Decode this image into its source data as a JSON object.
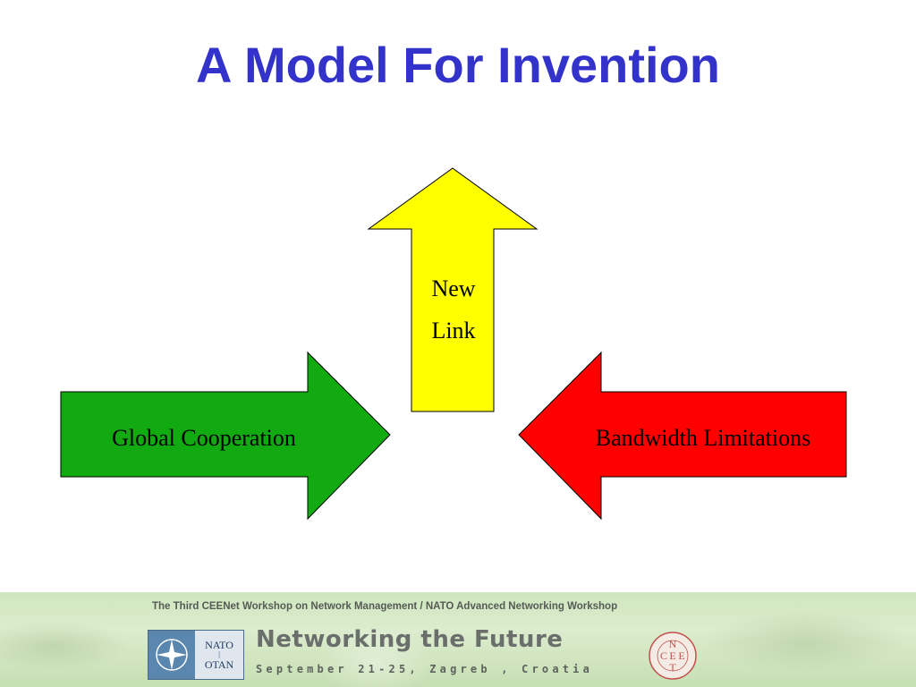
{
  "title": "A Model For Invention",
  "arrows": {
    "up": {
      "label_lines": [
        "New",
        "Link"
      ],
      "color": "#ffff00"
    },
    "right": {
      "label": "Global Cooperation",
      "color": "#11aa11"
    },
    "left": {
      "label": "Bandwidth Limitations",
      "color": "#ff0000"
    }
  },
  "footer": {
    "workshop": "The Third CEENet Workshop on Network Management / NATO Advanced Networking Workshop",
    "networking": "Networking the Future",
    "dates": "September 21-25, Zagreb , Croatia",
    "nato_logo": {
      "line1": "NATO",
      "line2": "OTAN"
    },
    "ceenet_logo": {
      "letters": [
        "N",
        "C",
        "E",
        "E",
        "T"
      ]
    }
  }
}
